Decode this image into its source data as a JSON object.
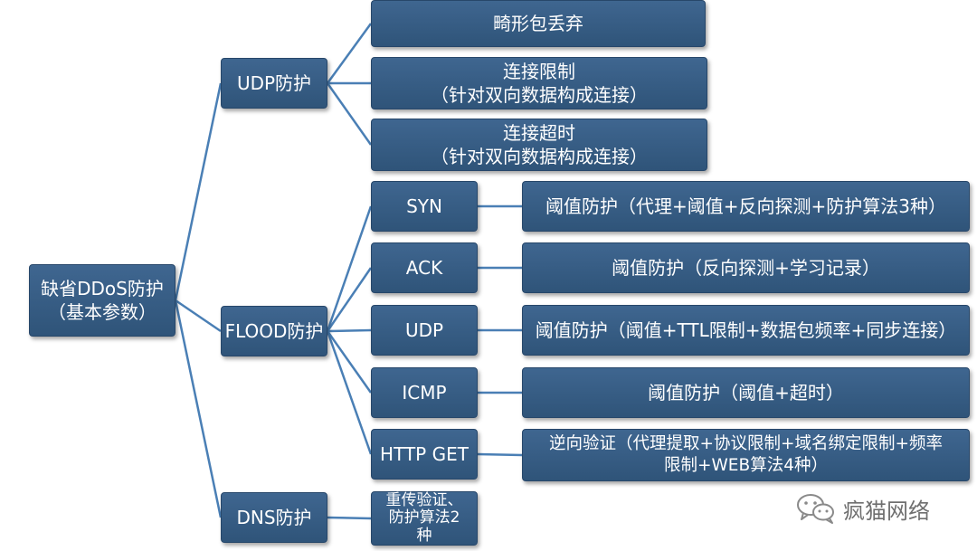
{
  "root": {
    "lines": [
      "缺省DDoS防护",
      "（基本参数）"
    ]
  },
  "categories": [
    {
      "key": "udp",
      "label": "UDP防护",
      "items": [
        {
          "lines": [
            "畸形包丢弃"
          ]
        },
        {
          "lines": [
            "连接限制",
            "（针对双向数据构成连接）"
          ]
        },
        {
          "lines": [
            "连接超时",
            "（针对双向数据构成连接）"
          ]
        }
      ]
    },
    {
      "key": "flood",
      "label": "FLOOD防护",
      "items": [
        {
          "label": "SYN",
          "detail": [
            "阈值防护（代理+阈值+反向探测+防护算法3种）"
          ]
        },
        {
          "label": "ACK",
          "detail": [
            "阈值防护（反向探测+学习记录）"
          ]
        },
        {
          "label": "UDP",
          "detail": [
            "阈值防护（阈值+TTL限制+数据包频率+同步连接）"
          ]
        },
        {
          "label": "ICMP",
          "detail": [
            "阈值防护（阈值+超时）"
          ]
        },
        {
          "label": "HTTP GET",
          "detail": [
            "逆向验证（代理提取+协议限制+域名绑定限制+频率",
            "限制+WEB算法4种）"
          ]
        }
      ]
    },
    {
      "key": "dns",
      "label": "DNS防护",
      "items": [
        {
          "lines": [
            "重传验证、",
            "防护算法2",
            "种"
          ]
        }
      ]
    }
  ],
  "watermark": {
    "text": "疯猫网络",
    "icon": "wechat-icon"
  },
  "colors": {
    "node_fill": "#365c84",
    "connector": "#4a7fb5",
    "text": "#ffffff",
    "watermark": "#6f6f6f"
  }
}
